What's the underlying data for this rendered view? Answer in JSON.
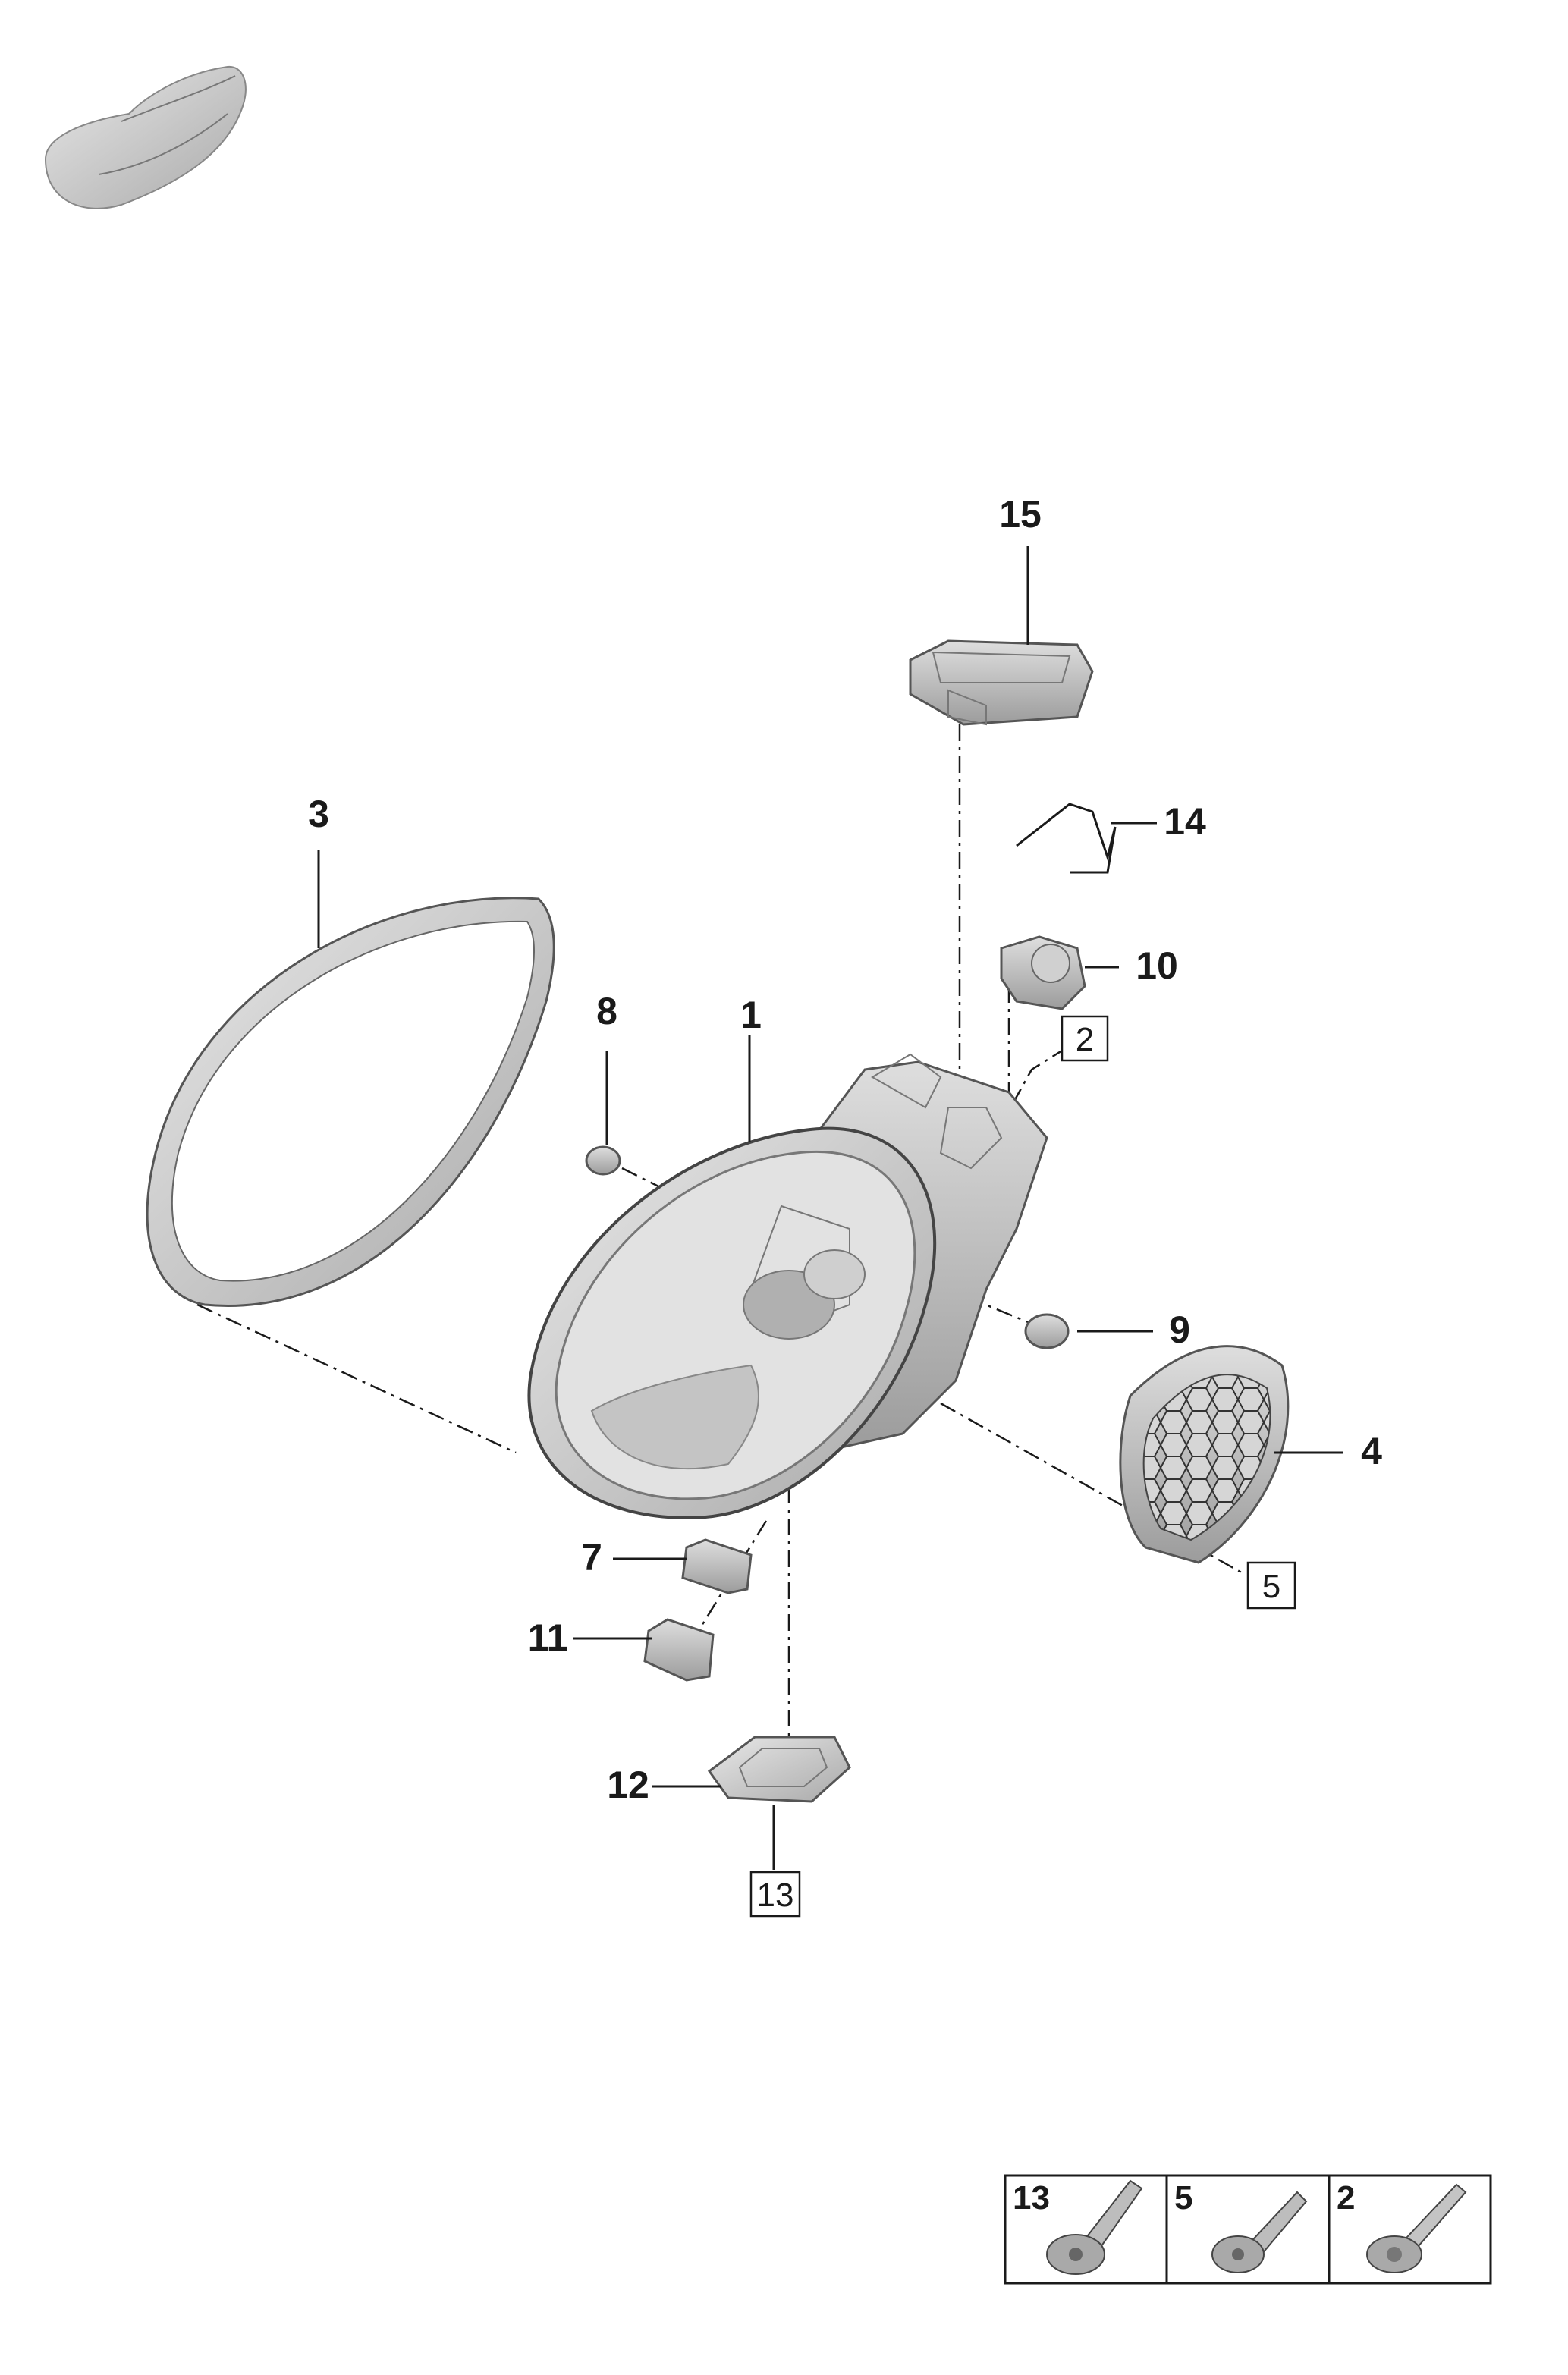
{
  "callouts": {
    "p1": "1",
    "p3": "3",
    "p4": "4",
    "p7": "7",
    "p8": "8",
    "p9": "9",
    "p10": "10",
    "p11": "11",
    "p12": "12",
    "p14": "14",
    "p15": "15"
  },
  "boxed_refs": {
    "r2": "2",
    "r5": "5",
    "r13": "13"
  },
  "legend": [
    {
      "number": "13",
      "part": "screw-flange"
    },
    {
      "number": "5",
      "part": "screw-pan"
    },
    {
      "number": "2",
      "part": "bolt-washer"
    }
  ],
  "icons": {
    "vehicle": "car-silhouette-icon"
  },
  "colors": {
    "line": "#1a1a1a",
    "part_fill": "#cfcfcf",
    "part_dark": "#a8a8a8"
  }
}
